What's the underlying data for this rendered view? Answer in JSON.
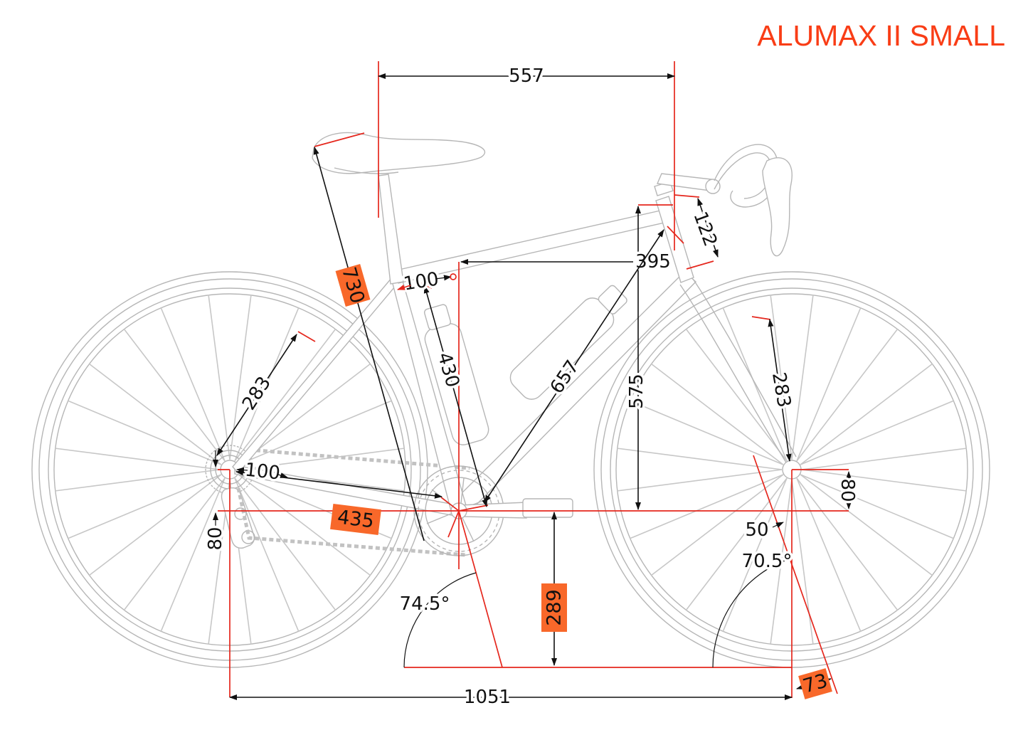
{
  "title": "ALUMAX II SMALL",
  "colors": {
    "accent_title": "#f93d16",
    "highlight_box": "#f8682a",
    "reference_line": "#e5271d",
    "dimension_line": "#111111",
    "drawing_line": "#b6b6b6",
    "background": "#ffffff"
  },
  "units": "mm (implied, not shown)",
  "dimensions": {
    "top_tube_effective": "557",
    "saddle_height": "730",
    "saddle_setback": "100",
    "head_tube_length": "122",
    "reach": "395",
    "seat_tube_length": "430",
    "down_tube_length": "657",
    "stack": "575",
    "seat_stay_length": "283",
    "fork_length": "283",
    "rear_hub_spacing": "100",
    "chain_stay_length": "435",
    "bb_drop_rear": "80",
    "bb_drop_front": "80",
    "fork_rake": "50",
    "head_tube_angle": "70.5°",
    "seat_tube_angle": "74.5°",
    "bb_height": "289",
    "trail": "73",
    "wheelbase": "1051"
  }
}
